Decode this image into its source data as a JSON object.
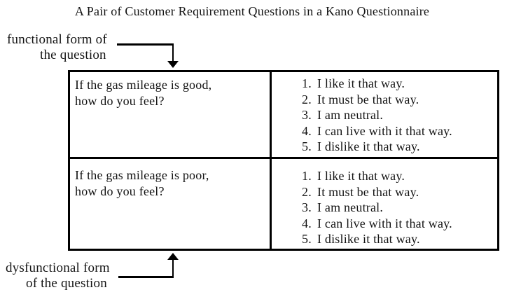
{
  "title": "A Pair of Customer Requirement Questions in a Kano Questionnaire",
  "colors": {
    "text": "#141414",
    "line": "#000000",
    "background": "#ffffff"
  },
  "callouts": {
    "functional": {
      "line1": "functional form of",
      "line2": "the question"
    },
    "dysfunctional": {
      "line1": "dysfunctional form",
      "line2": "of the question"
    }
  },
  "table": {
    "rows": [
      {
        "question_line1": "If the gas mileage is good,",
        "question_line2": "how do you feel?",
        "options": [
          {
            "num": "1.",
            "text": "I like it that way."
          },
          {
            "num": "2.",
            "text": "It must be that way."
          },
          {
            "num": "3.",
            "text": "I am neutral."
          },
          {
            "num": "4.",
            "text": "I can live with it that way."
          },
          {
            "num": "5.",
            "text": "I dislike it that way."
          }
        ]
      },
      {
        "question_line1": "If the gas mileage is poor,",
        "question_line2": "how do you feel?",
        "options": [
          {
            "num": "1.",
            "text": "I like it that way."
          },
          {
            "num": "2.",
            "text": "It must be that way."
          },
          {
            "num": "3.",
            "text": "I am neutral."
          },
          {
            "num": "4.",
            "text": "I can live with it that way."
          },
          {
            "num": "5.",
            "text": "I dislike it that way."
          }
        ]
      }
    ]
  }
}
